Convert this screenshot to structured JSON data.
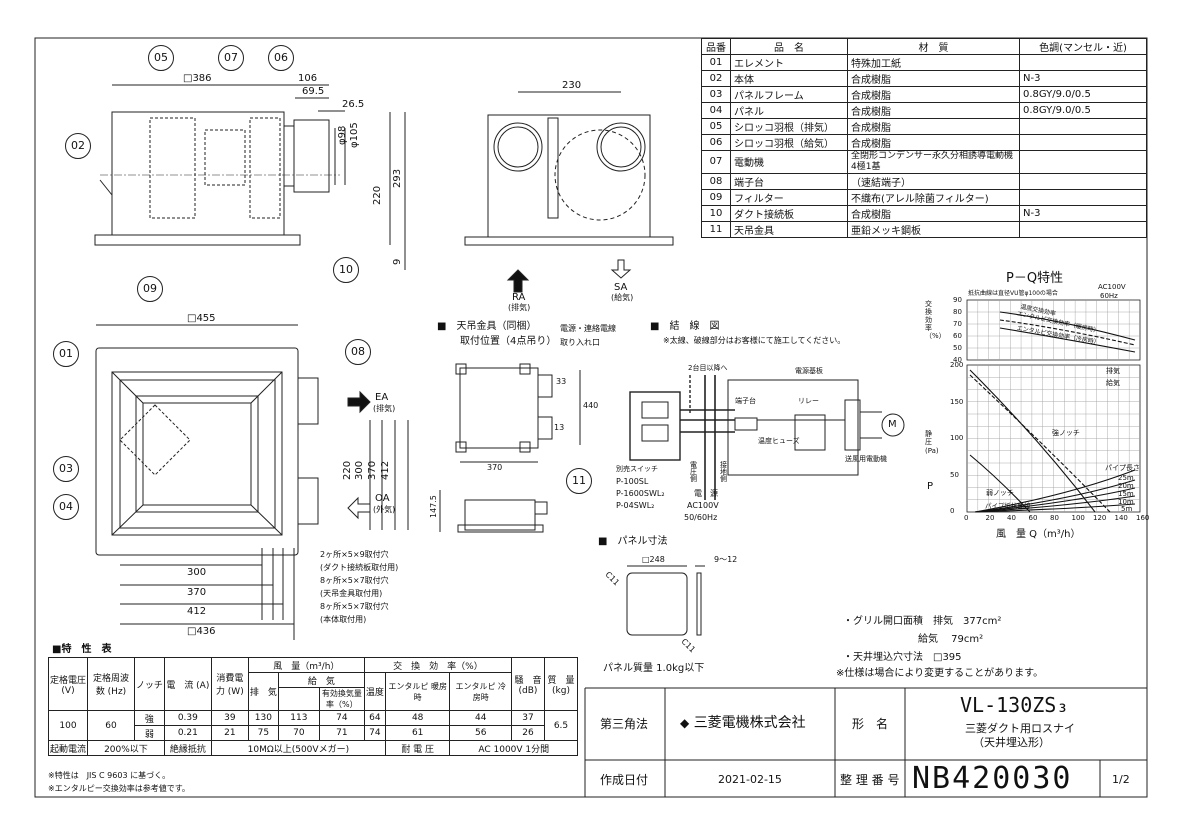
{
  "parts_table": {
    "headers": [
      "品番",
      "品　名",
      "材　質",
      "色調(マンセル・近)"
    ],
    "rows": [
      [
        "01",
        "エレメント",
        "特殊加工紙",
        ""
      ],
      [
        "02",
        "本体",
        "合成樹脂",
        "N-3"
      ],
      [
        "03",
        "パネルフレーム",
        "合成樹脂",
        "0.8GY/9.0/0.5"
      ],
      [
        "04",
        "パネル",
        "合成樹脂",
        "0.8GY/9.0/0.5"
      ],
      [
        "05",
        "シロッコ羽根（排気）",
        "合成樹脂",
        ""
      ],
      [
        "06",
        "シロッコ羽根（給気）",
        "合成樹脂",
        ""
      ],
      [
        "07",
        "電動機",
        "全閉形コンデンサー永久分相誘導電動機 4極1基",
        ""
      ],
      [
        "08",
        "端子台",
        "（速結端子）",
        ""
      ],
      [
        "09",
        "フィルター",
        "不織布(アレル除菌フィルター)",
        ""
      ],
      [
        "10",
        "ダクト接続板",
        "合成樹脂",
        "N-3"
      ],
      [
        "11",
        "天吊金具",
        "亜鉛メッキ鋼板",
        ""
      ]
    ]
  },
  "front_view": {
    "dims": [
      "□386",
      "106",
      "69.5",
      "26.5",
      "φ98",
      "φ105",
      "220",
      "293",
      "9"
    ],
    "callouts": [
      "05",
      "07",
      "06",
      "02",
      "10"
    ]
  },
  "side_view": {
    "dim": "230",
    "ra_label": "RA",
    "ra_sub": "(排気)",
    "sa_label": "SA",
    "sa_sub": "(給気)"
  },
  "plan_view": {
    "dims": [
      "□455",
      "220",
      "300",
      "370",
      "412",
      "300",
      "370",
      "412",
      "□436"
    ],
    "callouts": [
      "09",
      "01",
      "08",
      "03",
      "04"
    ],
    "ea_label": "EA",
    "ea_sub": "(排気)",
    "oa_label": "OA",
    "oa_sub": "(外気)",
    "holes": [
      "2ヶ所×5×9取付穴",
      "(ダクト接続板取付用)",
      "8ヶ所×5×7取付穴",
      "(天吊金具取付用)",
      "8ヶ所×5×7取付穴",
      "(本体取付用)"
    ]
  },
  "hanger": {
    "title": "■　天吊金具（同梱）",
    "subtitle": "取付位置（4点吊り）",
    "cable_note": "電源・連絡電線",
    "cable_note2": "取り入れ口",
    "dims": [
      "33",
      "440",
      "13",
      "370",
      "147.5"
    ],
    "callout": "11"
  },
  "wiring": {
    "title": "■　結　線　図",
    "note": "※太線、破線部分はお客様にて施工してください。",
    "to_second": "2台目以降へ",
    "power_board": "電源基板",
    "terminal": "端子台",
    "relay": "リレー",
    "fuse": "温度ヒューズ",
    "motor": "送風用電動機",
    "switch_title": "別売スイッチ",
    "switches": [
      "P-100SL",
      "P-1600SWL₂",
      "P-04SWL₂"
    ],
    "v_label": "電圧側",
    "g_label": "接地側",
    "power": "電　源",
    "power_v": "AC100V",
    "power_hz": "50/60Hz",
    "motor_symbol": "M"
  },
  "panel_dims": {
    "title": "■　パネル寸法",
    "dims": [
      "□248",
      "9～12",
      "C11",
      "C11"
    ],
    "mass": "パネル質量 1.0kg以下"
  },
  "pq": {
    "title": "P－Q特性",
    "power": "AC100V",
    "hz": "60Hz",
    "duct_note": "抵抗曲線は直径VU管φ100の場合",
    "eff_label": "交換効率（%）",
    "pressure_label": "静圧(Pa)",
    "p_label": "P",
    "x_label": "風　量 Q（m³/h）",
    "eff_ticks": [
      "90",
      "80",
      "70",
      "60",
      "50",
      "40"
    ],
    "p_ticks": [
      "200",
      "150",
      "100",
      "50",
      "0"
    ],
    "x_ticks": [
      "0",
      "20",
      "40",
      "60",
      "80",
      "100",
      "120",
      "140",
      "160"
    ],
    "legend_exh": "排気",
    "legend_sup": "給気",
    "curves": [
      "温度交換効率",
      "エンタルピ交換効率（暖房時）",
      "エンタルピ交換効率（冷房時）"
    ],
    "notches": [
      "強ノッチ",
      "弱ノッチ",
      "パイプ抵抗曲線"
    ],
    "pipe_len_title": "パイプ長さ",
    "pipe_lens": [
      "25m",
      "20m",
      "15m",
      "10m",
      "5m"
    ]
  },
  "grille": {
    "line1": "・グリル開口面積　排気　377cm²",
    "line2": "給気　 79cm²",
    "line3": "・天井埋込穴寸法　□395",
    "note": "※仕様は場合により変更することがあります。"
  },
  "spec_table": {
    "title": "■特　性　表",
    "h_voltage": "定格電圧 (V)",
    "h_freq": "定格周波数 (Hz)",
    "h_notch": "ノッチ",
    "h_current": "電　流 (A)",
    "h_power": "消費電力 (W)",
    "h_airflow": "風　量（m³/h）",
    "h_exh": "排　気",
    "h_sup": "給　気",
    "h_eff_sup": "有効換気量率（%）",
    "h_exchange": "交　換　効　率（%）",
    "h_temp": "温度",
    "h_enth_h": "エンタルピ 暖房時",
    "h_enth_c": "エンタルピ 冷房時",
    "h_noise": "騒　音 (dB)",
    "h_mass": "質　量 (kg)",
    "voltage": "100",
    "freq": "60",
    "mass": "6.5",
    "rows": [
      {
        "notch": "強",
        "current": "0.39",
        "power": "39",
        "exh": "130",
        "sup": "113",
        "rate": "74",
        "temp": "64",
        "enth_h": "48",
        "enth_c": "44",
        "noise": "37"
      },
      {
        "notch": "弱",
        "current": "0.21",
        "power": "21",
        "exh": "75",
        "sup": "70",
        "rate": "71",
        "temp": "74",
        "enth_h": "61",
        "enth_c": "56",
        "noise": "26"
      }
    ],
    "start_label": "起動電流",
    "start_value": "200%以下",
    "insul_label": "絶縁抵抗",
    "insul_value": "10MΩ以上(500Vメガー)",
    "withstand_label": "耐 電 圧",
    "withstand_value": "AC 1000V 1分間",
    "foot1": "※特性は　JIS C 9603 に基づく。",
    "foot2": "※エンタルピー交換効率は参考値です。"
  },
  "title_block": {
    "projection": "第三角法",
    "company": "三菱電機株式会社",
    "model_label": "形　名",
    "model": "VL-130ZS₃",
    "desc1": "三菱ダクト用ロスナイ",
    "desc2": "（天井埋込形）",
    "date_label": "作成日付",
    "date": "2021-02-15",
    "drawing_no_label": "整 理 番 号",
    "drawing_no": "NB420030",
    "sheet": "1/2"
  }
}
